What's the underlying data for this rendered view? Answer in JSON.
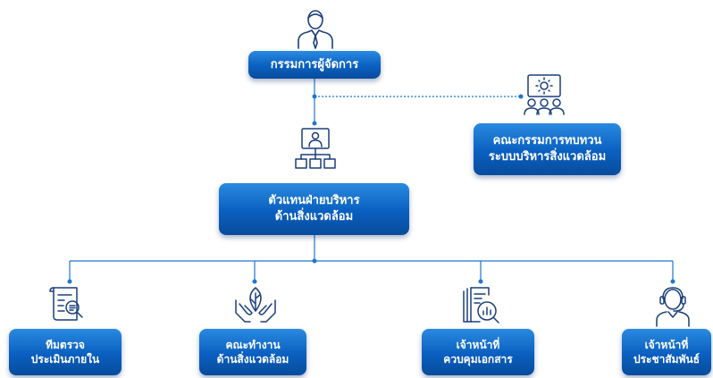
{
  "colors": {
    "box": "#0a5fc0",
    "line": "#1b78d0",
    "icon_stroke": "#1a3f7a"
  },
  "nodes": {
    "md": {
      "line1": "กรรมการผู้จัดการ",
      "icon": "manager-icon"
    },
    "review": {
      "line1": "คณะกรรมการทบทวน",
      "line2": "ระบบบริหารสิ่งแวดล้อม",
      "icon": "meeting-group-icon"
    },
    "rep": {
      "line1": "ตัวแทนฝ่ายบริหาร",
      "line2": "ด้านสิ่งแวดล้อม",
      "icon": "presenter-hierarchy-icon"
    },
    "audit": {
      "line1": "ทีมตรวจ",
      "line2": "ประเมินภายใน",
      "icon": "document-scroll-search-icon"
    },
    "workgroup": {
      "line1": "คณะทำงาน",
      "line2": "ด้านสิ่งแวดล้อม",
      "icon": "hands-leaf-icon"
    },
    "doccontrol": {
      "line1": "เจ้าหน้าที่",
      "line2": "ควบคุมเอกสาร",
      "icon": "document-chart-search-icon"
    },
    "pr": {
      "line1": "เจ้าหน้าที่",
      "line2": "ประชาสัมพันธ์",
      "icon": "headset-agent-icon"
    }
  }
}
